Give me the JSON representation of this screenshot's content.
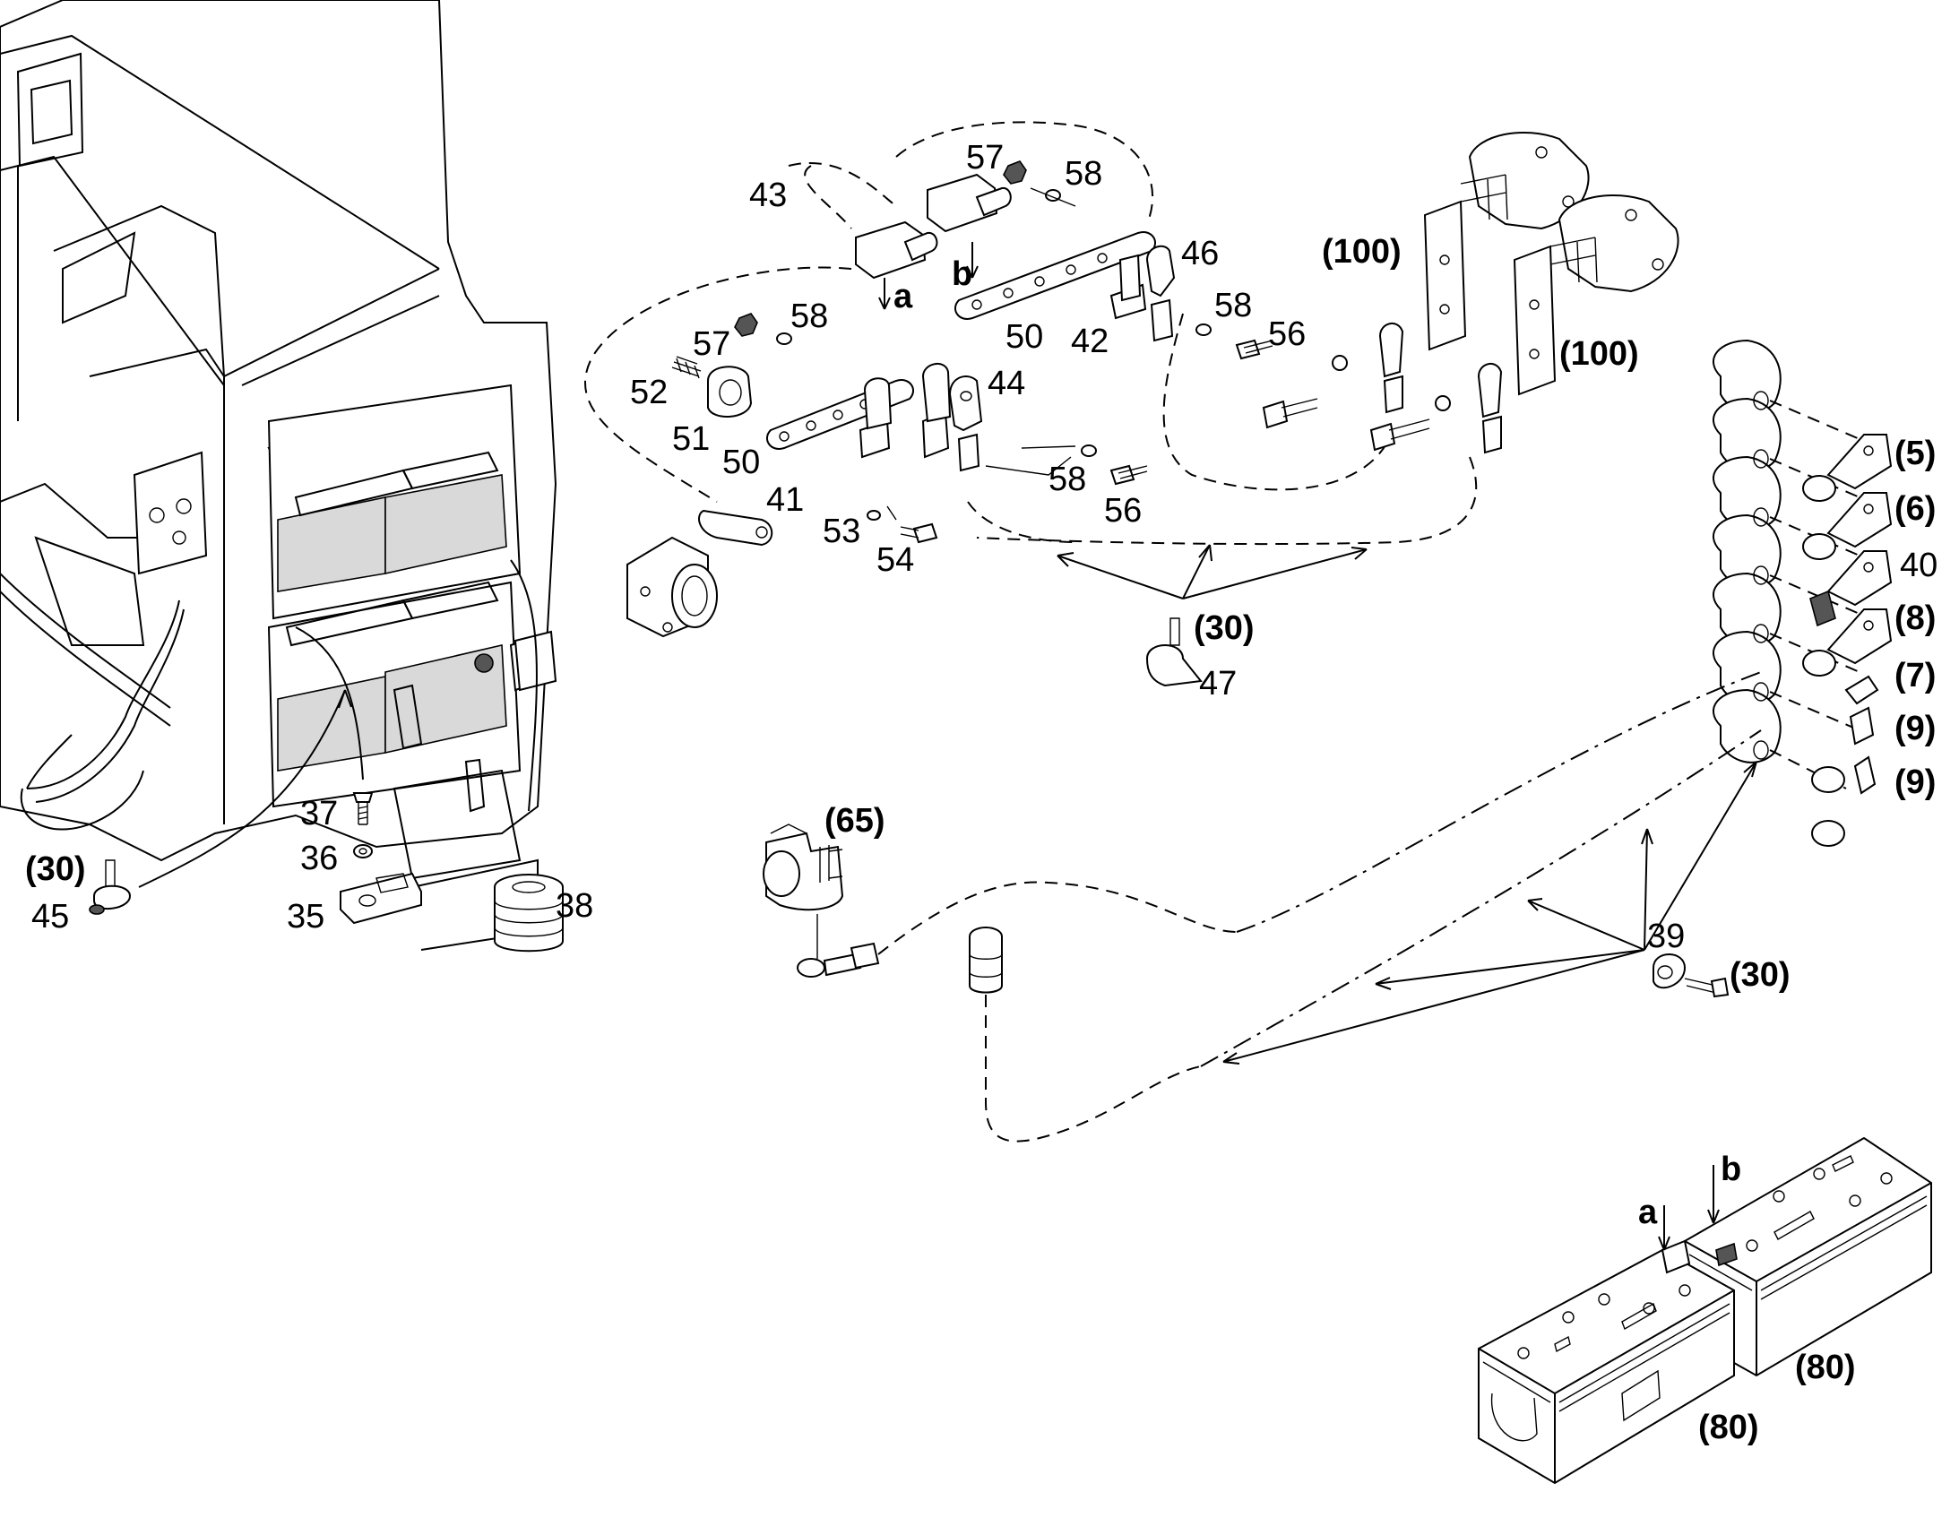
{
  "labels": {
    "n43": "43",
    "n57a": "57",
    "n58a": "58",
    "n46": "46",
    "n58b": "58",
    "n56a": "56",
    "n50a": "50",
    "n42": "42",
    "n100a": "(100)",
    "n100b": "(100)",
    "n57b": "57",
    "n58c": "58",
    "n52": "52",
    "n51": "51",
    "n50b": "50",
    "n44": "44",
    "n58d": "58",
    "n56b": "56",
    "n41": "41",
    "n53": "53",
    "n54": "54",
    "n30a": "(30)",
    "n47": "47",
    "n5": "(5)",
    "n6": "(6)",
    "n40": "40",
    "n8": "(8)",
    "n7": "(7)",
    "n9a": "(9)",
    "n9b": "(9)",
    "n65": "(65)",
    "n37": "37",
    "n36": "36",
    "n35": "35",
    "n38": "38",
    "n30b": "(30)",
    "n45": "45",
    "n39": "39",
    "n30c": "(30)",
    "a1": "a",
    "b1": "b",
    "a2": "a",
    "b2": "b",
    "n80a": "(80)",
    "n80b": "(80)"
  }
}
